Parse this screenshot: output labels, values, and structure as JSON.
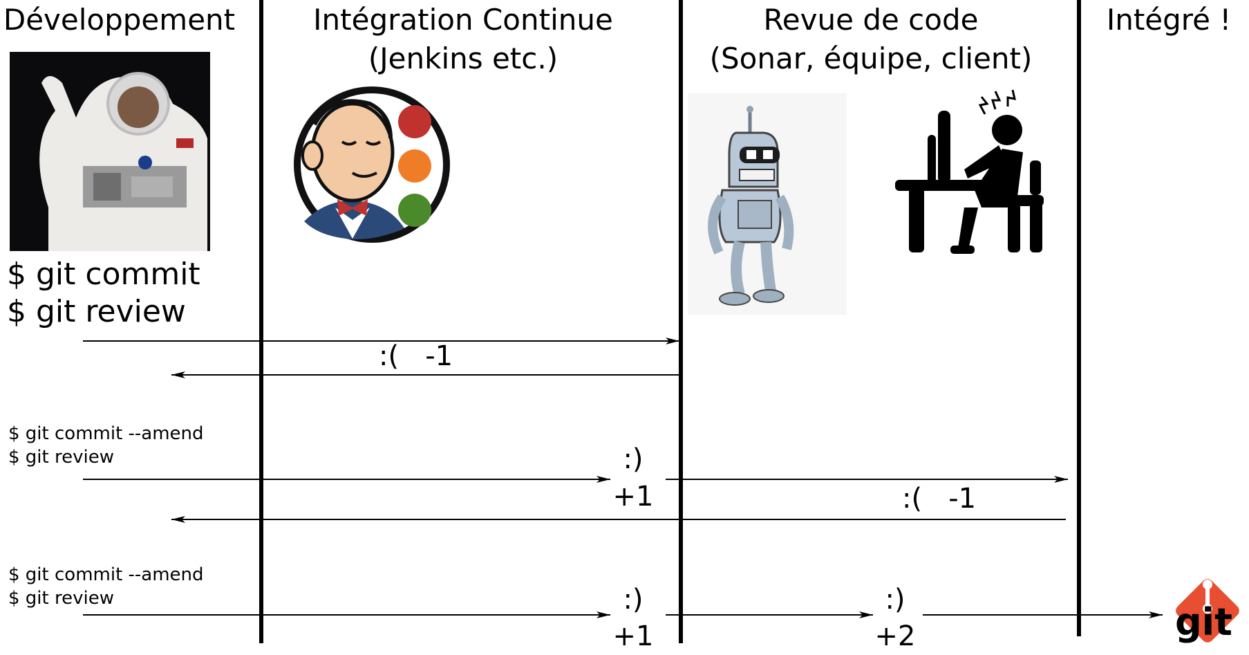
{
  "columns": {
    "dev": "Développement",
    "ci_line1": "Intégration Continue",
    "ci_line2": "(Jenkins etc.)",
    "review_line1": "Revue de code",
    "review_line2": "(Sonar, équipe, client)",
    "integrated": "Intégré !"
  },
  "round1": {
    "cmd1": "$ git commit",
    "cmd2": "$ git review",
    "ci_reply": ":(   -1"
  },
  "round2": {
    "cmd1": "$ git commit --amend",
    "cmd2": "$ git review",
    "ci_smile": ":)",
    "ci_score": "+1",
    "review_reply": ":(   -1"
  },
  "round3": {
    "cmd1": "$ git commit --amend",
    "cmd2": "$ git review",
    "ci_smile": ":)",
    "ci_score": "+1",
    "review_smile": ":)",
    "review_score": "+2"
  },
  "git_logo": {
    "text": "git",
    "color": "#e84e31"
  },
  "jenkins_lights": [
    "#c0322d",
    "#ef7d27",
    "#4a8a2a"
  ]
}
